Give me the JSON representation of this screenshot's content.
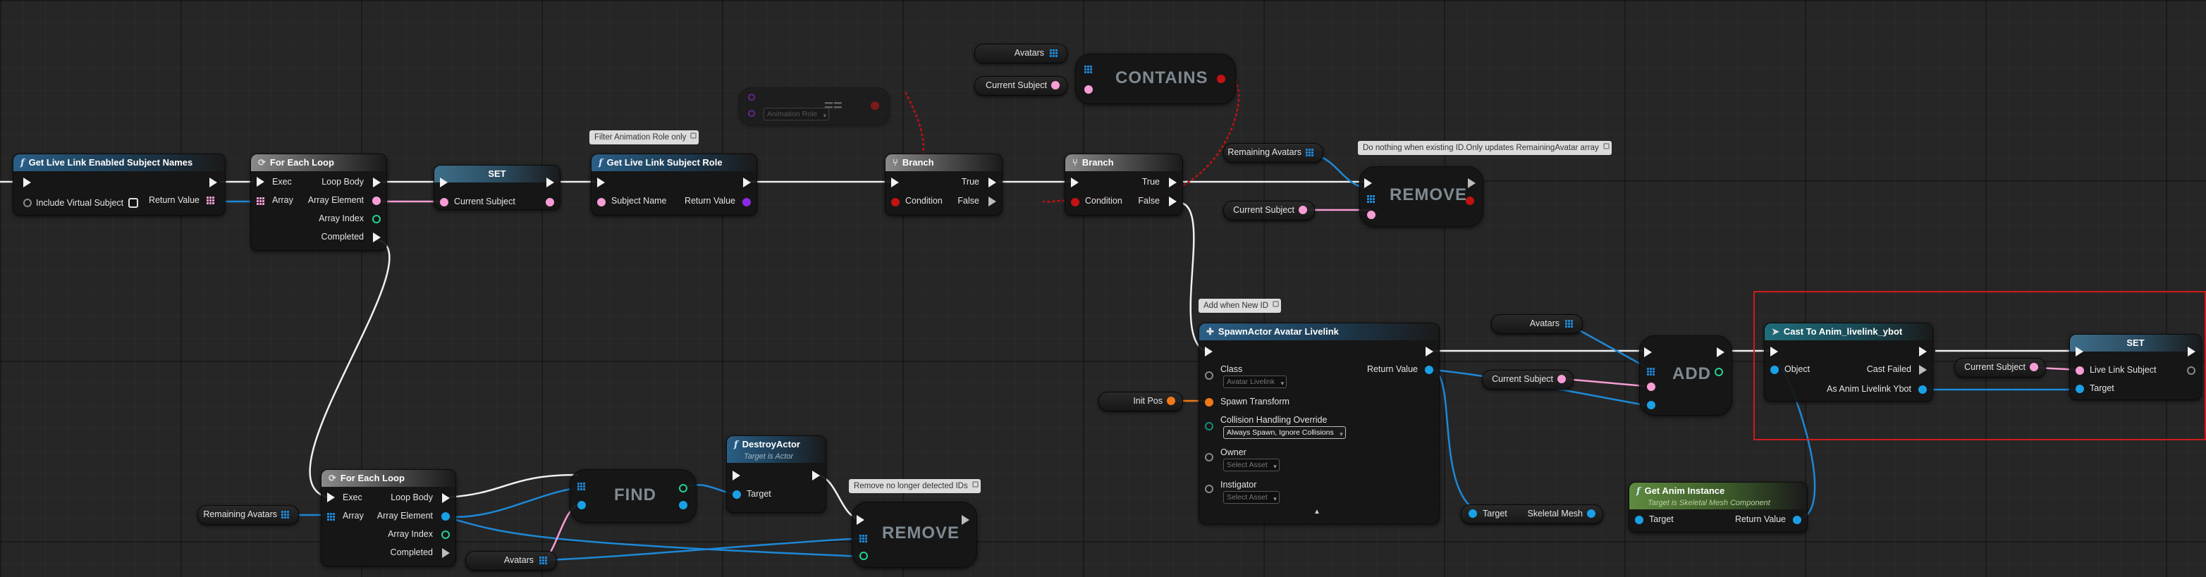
{
  "nodes": {
    "get_subject_names": {
      "title": "Get Live Link Enabled Subject Names",
      "include_virtual": "Include Virtual Subject",
      "return_value": "Return Value"
    },
    "for_each_1": {
      "title": "For Each Loop",
      "exec": "Exec",
      "array": "Array",
      "loop_body": "Loop Body",
      "array_element": "Array Element",
      "array_index": "Array Index",
      "completed": "Completed"
    },
    "set_1": {
      "title": "SET",
      "current_subject": "Current Subject"
    },
    "get_subject_role": {
      "title": "Get Live Link Subject Role",
      "subject_name": "Subject Name",
      "return_value": "Return Value"
    },
    "equal_node": {
      "symbol": "==",
      "anim_role": "Animation Role"
    },
    "branch_1": {
      "title": "Branch",
      "condition": "Condition",
      "true_label": "True",
      "false_label": "False"
    },
    "avatars_var_top": {
      "label": "Avatars"
    },
    "current_subject_var_top": {
      "label": "Current Subject"
    },
    "contains": {
      "label": "CONTAINS"
    },
    "branch_2": {
      "title": "Branch",
      "condition": "Condition",
      "true_label": "True",
      "false_label": "False"
    },
    "remaining_avatars_var_top": {
      "label": "Remaining Avatars"
    },
    "current_subject_var_mid": {
      "label": "Current Subject"
    },
    "remove_top": {
      "label": "REMOVE"
    },
    "spawn_actor": {
      "title": "SpawnActor Avatar Livelink",
      "class": "Class",
      "class_value": "Avatar Livelink",
      "spawn_transform": "Spawn Transform",
      "collision": "Collision Handling Override",
      "collision_value": "Always Spawn, Ignore Collisions",
      "owner": "Owner",
      "owner_value": "Select Asset",
      "instigator": "Instigator",
      "instigator_value": "Select Asset",
      "return_value": "Return Value"
    },
    "init_pos_var": {
      "label": "Init Pos"
    },
    "avatars_var_right": {
      "label": "Avatars"
    },
    "current_subject_var_right": {
      "label": "Current Subject"
    },
    "add": {
      "label": "ADD"
    },
    "cast": {
      "title": "Cast To Anim_livelink_ybot",
      "object": "Object",
      "cast_failed": "Cast Failed",
      "as_anim": "As Anim Livelink Ybot"
    },
    "current_subject_var_far": {
      "label": "Current Subject"
    },
    "set_2": {
      "title": "SET",
      "live_link_subject": "Live Link Subject",
      "target": "Target"
    },
    "skeletal_mesh_get": {
      "target": "Target",
      "mesh": "Skeletal Mesh"
    },
    "get_anim_instance": {
      "title": "Get Anim Instance",
      "subtitle": "Target is Skeletal Mesh Component",
      "target": "Target",
      "return_value": "Return Value"
    },
    "for_each_2": {
      "title": "For Each Loop",
      "exec": "Exec",
      "array": "Array",
      "loop_body": "Loop Body",
      "array_element": "Array Element",
      "array_index": "Array Index",
      "completed": "Completed"
    },
    "remaining_avatars_var_bottom": {
      "label": "Remaining Avatars"
    },
    "find": {
      "label": "FIND"
    },
    "destroy_actor": {
      "title": "DestroyActor",
      "subtitle": "Target is Actor",
      "target": "Target"
    },
    "avatars_var_bottom": {
      "label": "Avatars"
    },
    "remove_bottom": {
      "label": "REMOVE"
    }
  },
  "comments": {
    "filter": "Filter Animation Role only",
    "do_nothing": "Do nothing when existing ID.Only updates RemainingAvatar array",
    "add_new": "Add when New ID",
    "remove_old": "Remove no longer detected IDs"
  },
  "colors": {
    "exec": "#f2f2f2",
    "object_pin": "#1aa0e6",
    "string_pin": "#f79dd5",
    "bool_pin": "#c31212",
    "int_pin": "#25d38f",
    "struct_pin": "#f07a1a",
    "selection": "#d01c1c"
  }
}
